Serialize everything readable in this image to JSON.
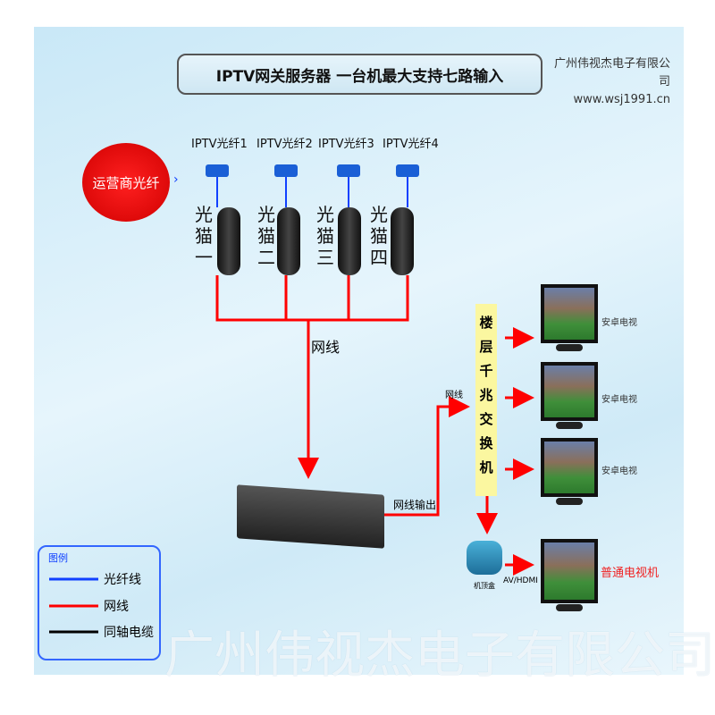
{
  "title": "IPTV网关服务器 一台机最大支持七路输入",
  "company": {
    "name": "广州伟视杰电子有限公司",
    "url": "www.wsj1991.cn"
  },
  "source_label": "运营商光纤",
  "fibers": [
    "IPTV光纤1",
    "IPTV光纤2",
    "IPTV光纤3",
    "IPTV光纤4"
  ],
  "modems": [
    "光猫一",
    "光猫二",
    "光猫三",
    "光猫四"
  ],
  "cable_label": "网线",
  "output_label": "网线输出",
  "switch_cable_label": "网线",
  "switch_label": "楼层千兆交换机",
  "tvs": [
    "安卓电视",
    "安卓电视",
    "安卓电视"
  ],
  "stb_label": "机顶盒",
  "av_label": "AV/HDMI",
  "normal_tv_label": "普通电视机",
  "legend": {
    "title": "图例",
    "items": [
      {
        "label": "光纤线",
        "color": "#1040ff"
      },
      {
        "label": "网线",
        "color": "#ff0000"
      },
      {
        "label": "同轴电缆",
        "color": "#000000"
      }
    ]
  },
  "watermark": "广州伟视杰电子有限公司"
}
